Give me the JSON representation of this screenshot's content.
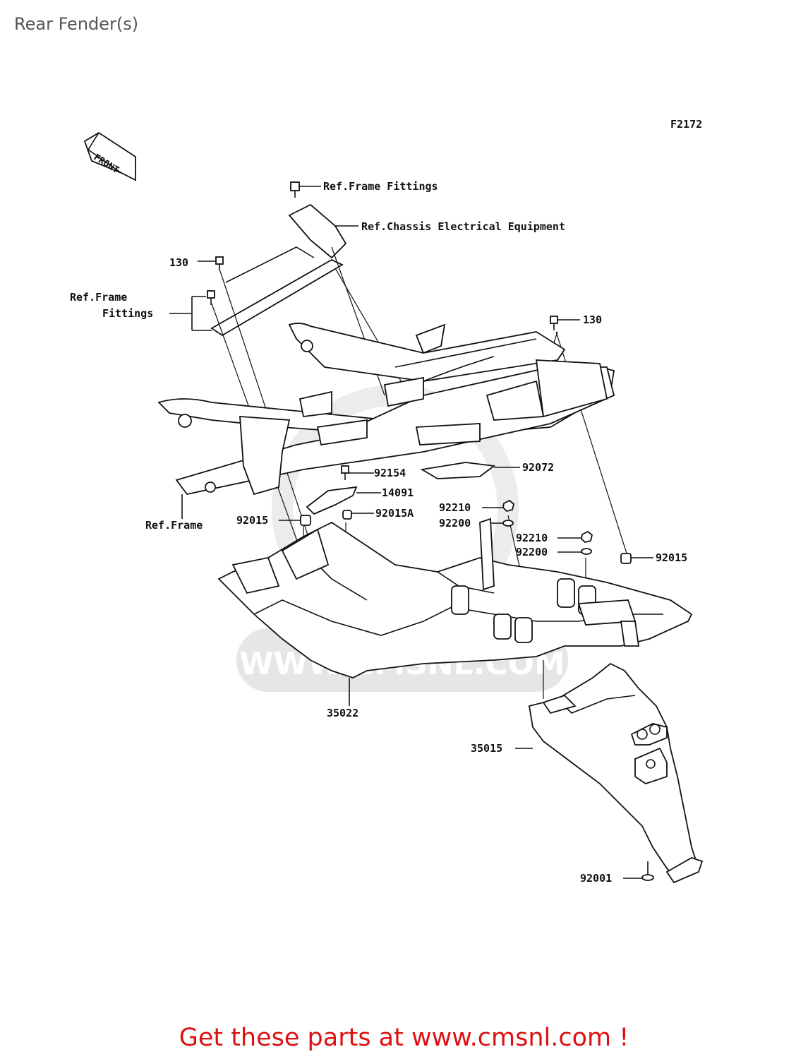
{
  "page": {
    "title": "Rear Fender(s)"
  },
  "diagram": {
    "code": "F2172",
    "front_label": "FRONT",
    "watermark": "WWW.CMSNL.COM",
    "refs": {
      "frame_fittings_top": "Ref.Frame Fittings",
      "chassis_electrical": "Ref.Chassis Electrical Equipment",
      "frame_fittings_left_1": "Ref.Frame",
      "frame_fittings_left_2": "Fittings",
      "frame": "Ref.Frame"
    },
    "parts": [
      {
        "id": "130",
        "label": "130"
      },
      {
        "id": "130b",
        "label": "130"
      },
      {
        "id": "92154",
        "label": "92154"
      },
      {
        "id": "92072",
        "label": "92072"
      },
      {
        "id": "14091",
        "label": "14091"
      },
      {
        "id": "92015",
        "label": "92015"
      },
      {
        "id": "92015A",
        "label": "92015A"
      },
      {
        "id": "92210",
        "label": "92210"
      },
      {
        "id": "92200",
        "label": "92200"
      },
      {
        "id": "92210b",
        "label": "92210"
      },
      {
        "id": "92200b",
        "label": "92200"
      },
      {
        "id": "92015b",
        "label": "92015"
      },
      {
        "id": "35022",
        "label": "35022"
      },
      {
        "id": "35015",
        "label": "35015"
      },
      {
        "id": "92001",
        "label": "92001"
      }
    ]
  },
  "footer": {
    "text": "Get these parts at www.cmsnl.com !"
  }
}
